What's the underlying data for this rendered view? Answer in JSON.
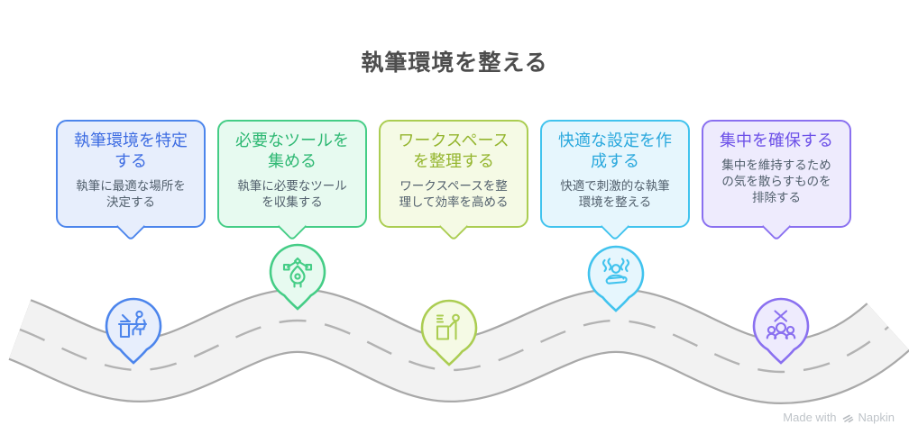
{
  "title": "執筆環境を整える",
  "steps": [
    {
      "title": "執筆環境を特定する",
      "description": "執筆に最適な場所を決定する",
      "icon": "person-at-desk-icon",
      "accent": "#4c85ec",
      "fill": "#e7eefc",
      "title_color": "#3d6ce2"
    },
    {
      "title": "必要なツールを集める",
      "description": "執筆に必要なツールを収集する",
      "icon": "pen-tool-icon",
      "accent": "#45cd86",
      "fill": "#e7faf0",
      "title_color": "#2eb873"
    },
    {
      "title": "ワークスペースを整理する",
      "description": "ワークスペースを整理して効率を高める",
      "icon": "standing-desk-icon",
      "accent": "#abcd52",
      "fill": "#f5fae5",
      "title_color": "#94b52e"
    },
    {
      "title": "快適な設定を作成する",
      "description": "快適で刺激的な執筆環境を整える",
      "icon": "meditation-icon",
      "accent": "#41c3ee",
      "fill": "#e6f6fd",
      "title_color": "#29a8dd"
    },
    {
      "title": "集中を確保する",
      "description": "集中を維持するための気を散らすものを排除する",
      "icon": "no-distraction-group-icon",
      "accent": "#8a70f0",
      "fill": "#eeebfd",
      "title_color": "#6c50e8"
    }
  ],
  "road": {
    "surface": "#f2f2f2",
    "edge": "#a9a9a9",
    "dash": "#b3b3b3"
  },
  "watermark": {
    "text": "Made with",
    "brand": "Napkin"
  },
  "text_color": "#52606d",
  "title_color": "#4d4d4d"
}
